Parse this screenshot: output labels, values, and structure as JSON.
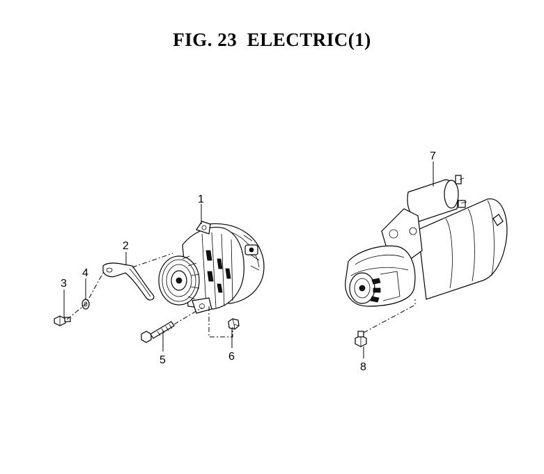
{
  "title": "FIG. 23  ELECTRIC(1)",
  "callouts": [
    "1",
    "2",
    "3",
    "4",
    "5",
    "6",
    "7",
    "8"
  ]
}
